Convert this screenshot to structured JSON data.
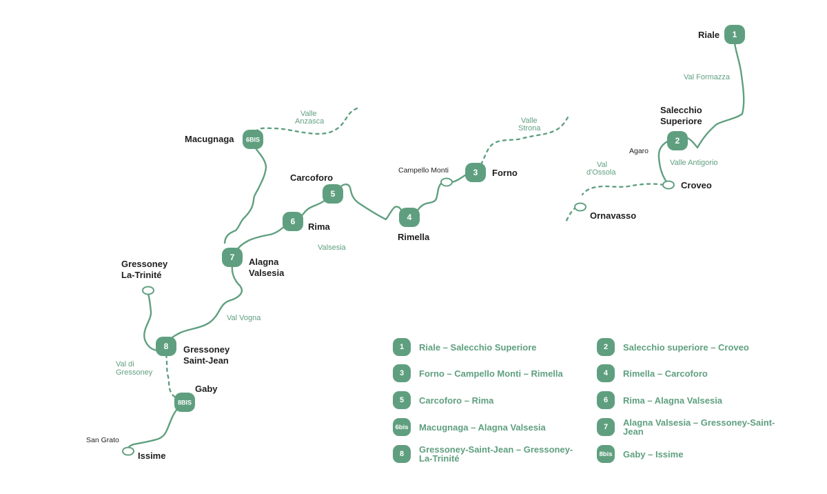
{
  "places": {
    "riale": "Riale",
    "salecchio": "Salecchio",
    "superiore": "Superiore",
    "agaro": "Agaro",
    "croveo": "Croveo",
    "ornavasso": "Ornavasso",
    "forno": "Forno",
    "campello_monti": "Campello Monti",
    "rimella": "Rimella",
    "carcoforo": "Carcoforo",
    "rima": "Rima",
    "macugnaga": "Macugnaga",
    "alagna": "Alagna",
    "valsesia_town": "Valsesia",
    "gressoney_lt_1": "Gressoney",
    "gressoney_lt_2": "La-Trinité",
    "gressoney_sj_1": "Gressoney",
    "gressoney_sj_2": "Saint-Jean",
    "gaby": "Gaby",
    "san_grato": "San Grato",
    "issime": "Issime"
  },
  "valleys": {
    "val_formazza": "Val Formazza",
    "valle_antigorio": "Valle Antigorio",
    "val_dossola_1": "Val",
    "val_dossola_2": "d'Ossola",
    "valle_strona_1": "Valle",
    "valle_strona_2": "Strona",
    "valle_anzasca_1": "Valle",
    "valle_anzasca_2": "Anzasca",
    "valsesia": "Valsesia",
    "val_vogna": "Val Vogna",
    "val_di_gressoney_1": "Val di",
    "val_di_gressoney_2": "Gressoney"
  },
  "markers": {
    "m1": "1",
    "m2": "2",
    "m3": "3",
    "m4": "4",
    "m5": "5",
    "m6": "6",
    "m6bis": "6BIS",
    "m7": "7",
    "m8": "8",
    "m8bis": "8BIS"
  },
  "legend": [
    {
      "badge": "1",
      "label": "Riale – Salecchio Superiore"
    },
    {
      "badge": "2",
      "label": "Salecchio superiore – Croveo"
    },
    {
      "badge": "3",
      "label": "Forno – Campello Monti – Rimella"
    },
    {
      "badge": "4",
      "label": "Rimella – Carcoforo"
    },
    {
      "badge": "5",
      "label": "Carcoforo – Rima"
    },
    {
      "badge": "6",
      "label": "Rima – Alagna Valsesia"
    },
    {
      "badge": "6bis",
      "label": "Macugnaga – Alagna Valsesia"
    },
    {
      "badge": "7",
      "label": "Alagna Valsesia – Gressoney-Saint-Jean"
    },
    {
      "badge": "8",
      "label": "Gressoney-Saint-Jean – Gressoney-La-Trinité"
    },
    {
      "badge": "8bis",
      "label": "Gaby – Issime"
    }
  ],
  "colors": {
    "accent": "#5f9f7f",
    "text": "#1e1e1e",
    "background": "#ffffff"
  }
}
